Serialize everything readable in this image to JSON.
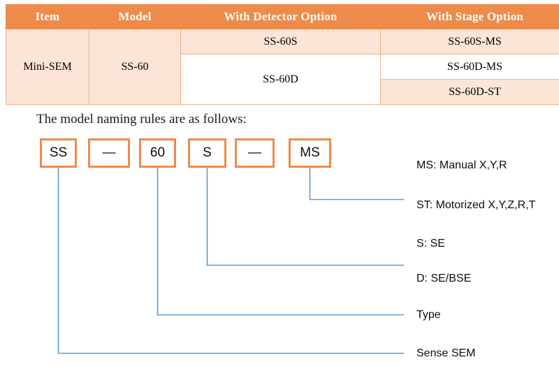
{
  "table": {
    "headers": [
      "Item",
      "Model",
      "With Detector Option",
      "With Stage Option"
    ],
    "rows": [
      {
        "item": "Mini-SEM",
        "model": "SS-60",
        "detector": "SS-60S",
        "stage": "SS-60S-MS"
      },
      {
        "detector": "SS-60D",
        "stage": "SS-60D-MS"
      },
      {
        "stage": "SS-60D-ST"
      }
    ],
    "cells": {
      "item": "Mini-SEM",
      "model": "SS-60",
      "detector_1": "SS-60S",
      "detector_2": "SS-60D",
      "stage_1": "SS-60S-MS",
      "stage_2": "SS-60D-MS",
      "stage_3": "SS-60D-ST"
    }
  },
  "naming": {
    "title": "The model naming rules are as follows:",
    "boxes": [
      {
        "label": "SS"
      },
      {
        "label": "—"
      },
      {
        "label": "60"
      },
      {
        "label": "S"
      },
      {
        "label": "—"
      },
      {
        "label": "MS"
      }
    ],
    "legend": [
      {
        "text": "MS: Manual X,Y,R"
      },
      {
        "text": "ST: Motorized X,Y,Z,R,T"
      },
      {
        "text": "S: SE"
      },
      {
        "text": "D: SE/BSE"
      },
      {
        "text": "Type"
      },
      {
        "text": "Sense SEM"
      }
    ]
  },
  "colors": {
    "header_orange": "#ED8B4B",
    "row_peach": "#FBE5D6",
    "border_peach": "#F3B183",
    "box_border": "#ED8B4B",
    "connector_blue": "#5B9BD5",
    "white": "#FFFFFF"
  }
}
